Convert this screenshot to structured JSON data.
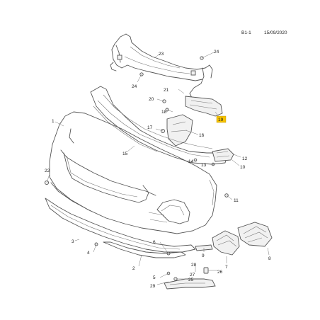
{
  "header": {
    "section_code": "B1-1",
    "date": "15/09/2020"
  },
  "callouts": [
    "1",
    "2",
    "3",
    "4",
    "5",
    "6",
    "7",
    "8",
    "9",
    "10",
    "11",
    "12",
    "13",
    "14",
    "15",
    "16",
    "17",
    "18",
    "19",
    "20",
    "21",
    "22",
    "23",
    "24",
    "24",
    "25",
    "26",
    "27",
    "28",
    "29"
  ],
  "highlighted_callout": "19",
  "colors": {
    "line": "#555555",
    "highlight": "#f6c200"
  }
}
